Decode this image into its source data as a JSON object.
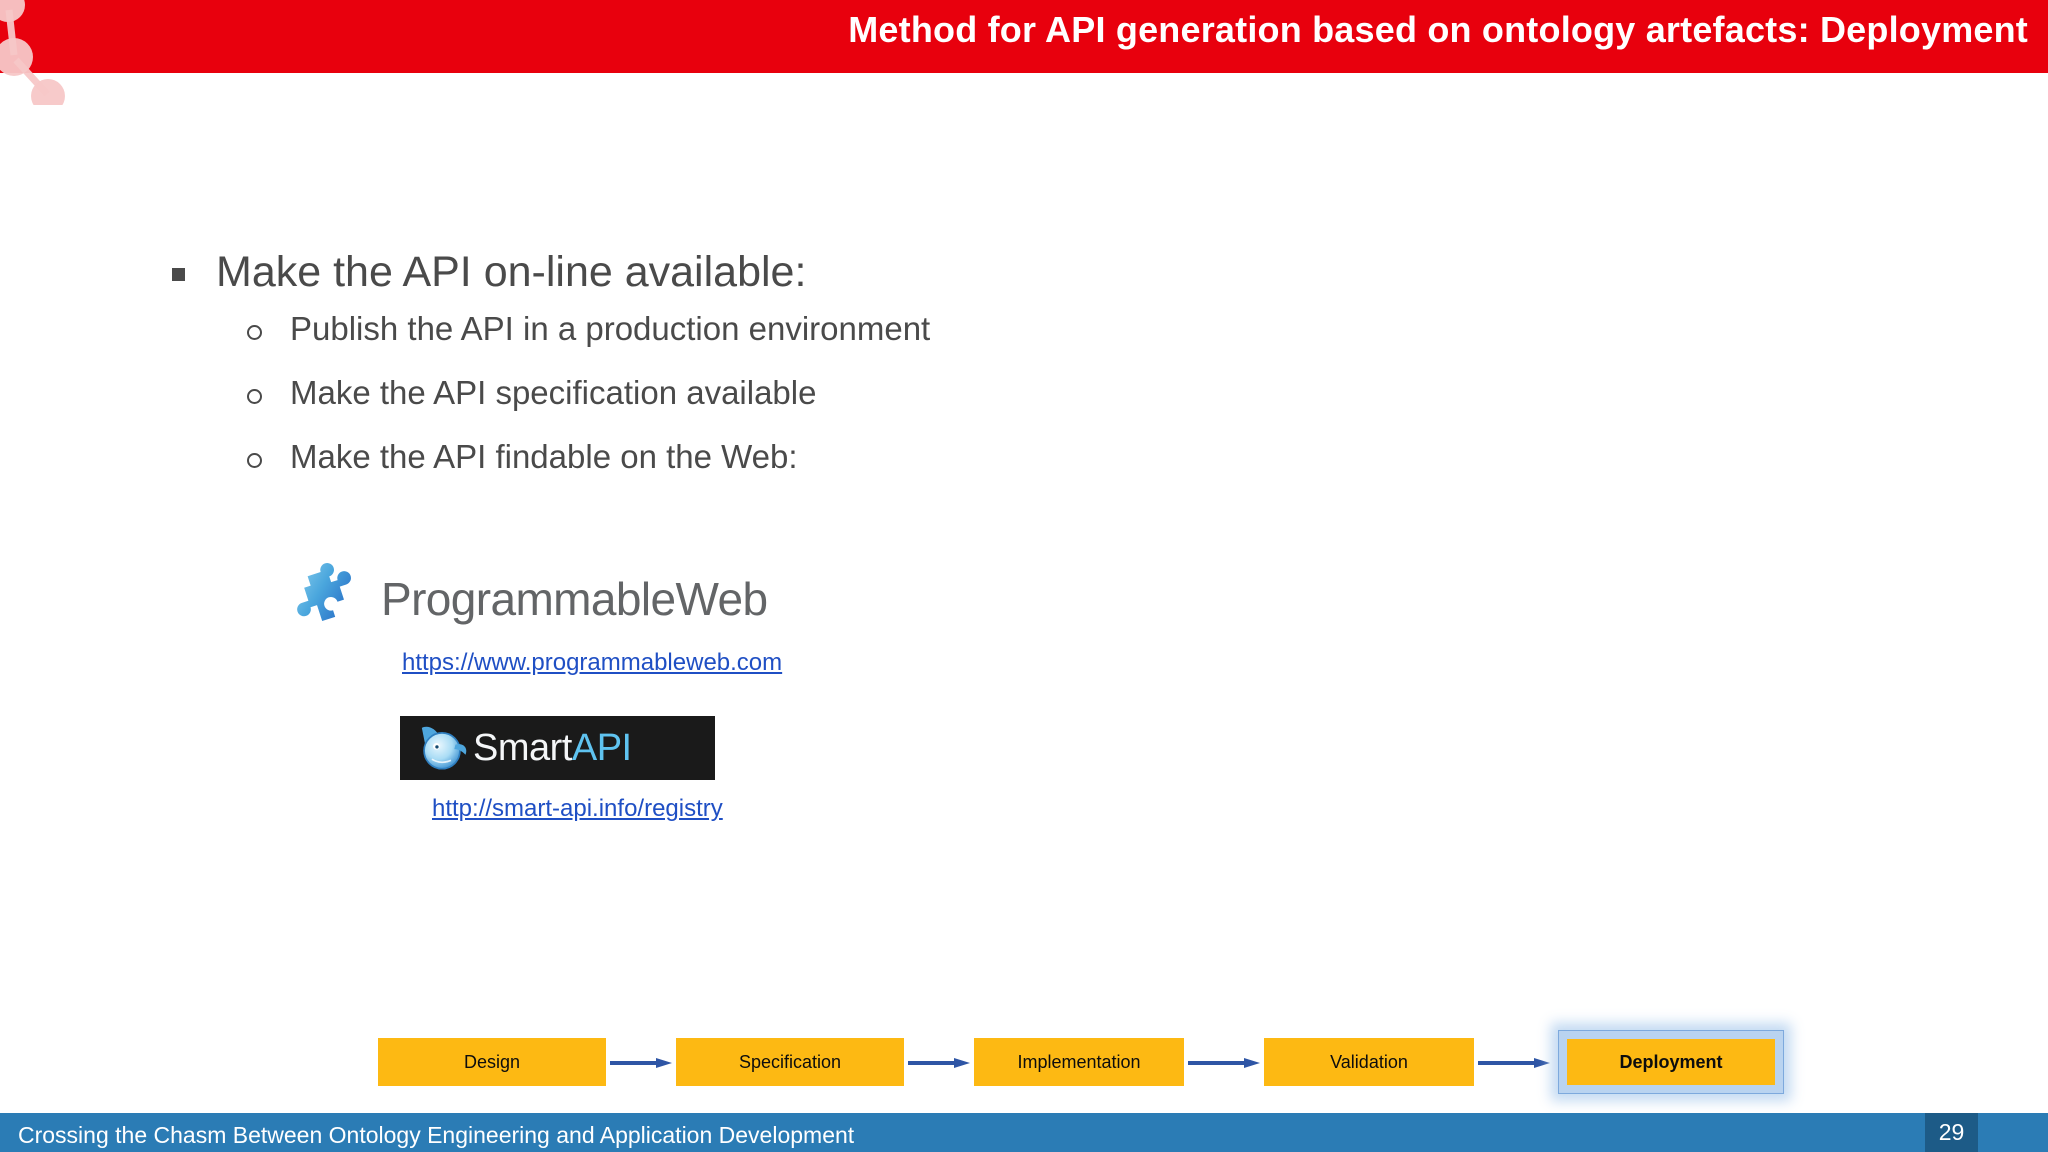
{
  "header": {
    "title": "Method for API generation based on ontology artefacts: Deployment",
    "background_color": "#e8000d",
    "deco_icon": "node-graph-icon"
  },
  "content": {
    "main_bullet": "Make the API on-line available:",
    "sub_bullets": [
      "Publish the API in a production environment",
      "Make the API specification available",
      "Make the API findable on the Web:"
    ],
    "logos": [
      {
        "name": "programmableweb",
        "wordmark": "ProgrammableWeb",
        "icon": "puzzle-piece-icon",
        "link": "https://www.programmableweb.com",
        "link_color": "#1f4fc4"
      },
      {
        "name": "smartapi",
        "wordmark_part1": "Smart",
        "wordmark_part2": "API",
        "icon": "dolphin-mascot-icon",
        "link": "http://smart-api.info/registry",
        "link_color": "#1f4fc4"
      }
    ]
  },
  "flow": {
    "steps": [
      {
        "label": "Design",
        "highlighted": false
      },
      {
        "label": "Specification",
        "highlighted": false
      },
      {
        "label": "Implementation",
        "highlighted": false
      },
      {
        "label": "Validation",
        "highlighted": false
      },
      {
        "label": "Deployment",
        "highlighted": true
      }
    ],
    "box_color": "#fdb913",
    "arrow_color": "#2e55a5",
    "highlight_color": "#b9d3f0"
  },
  "footer": {
    "text": "Crossing the Chasm Between Ontology Engineering and Application Development",
    "page_number": "29",
    "background_color": "#2b7cb5",
    "page_box_color": "#1d5b87"
  }
}
